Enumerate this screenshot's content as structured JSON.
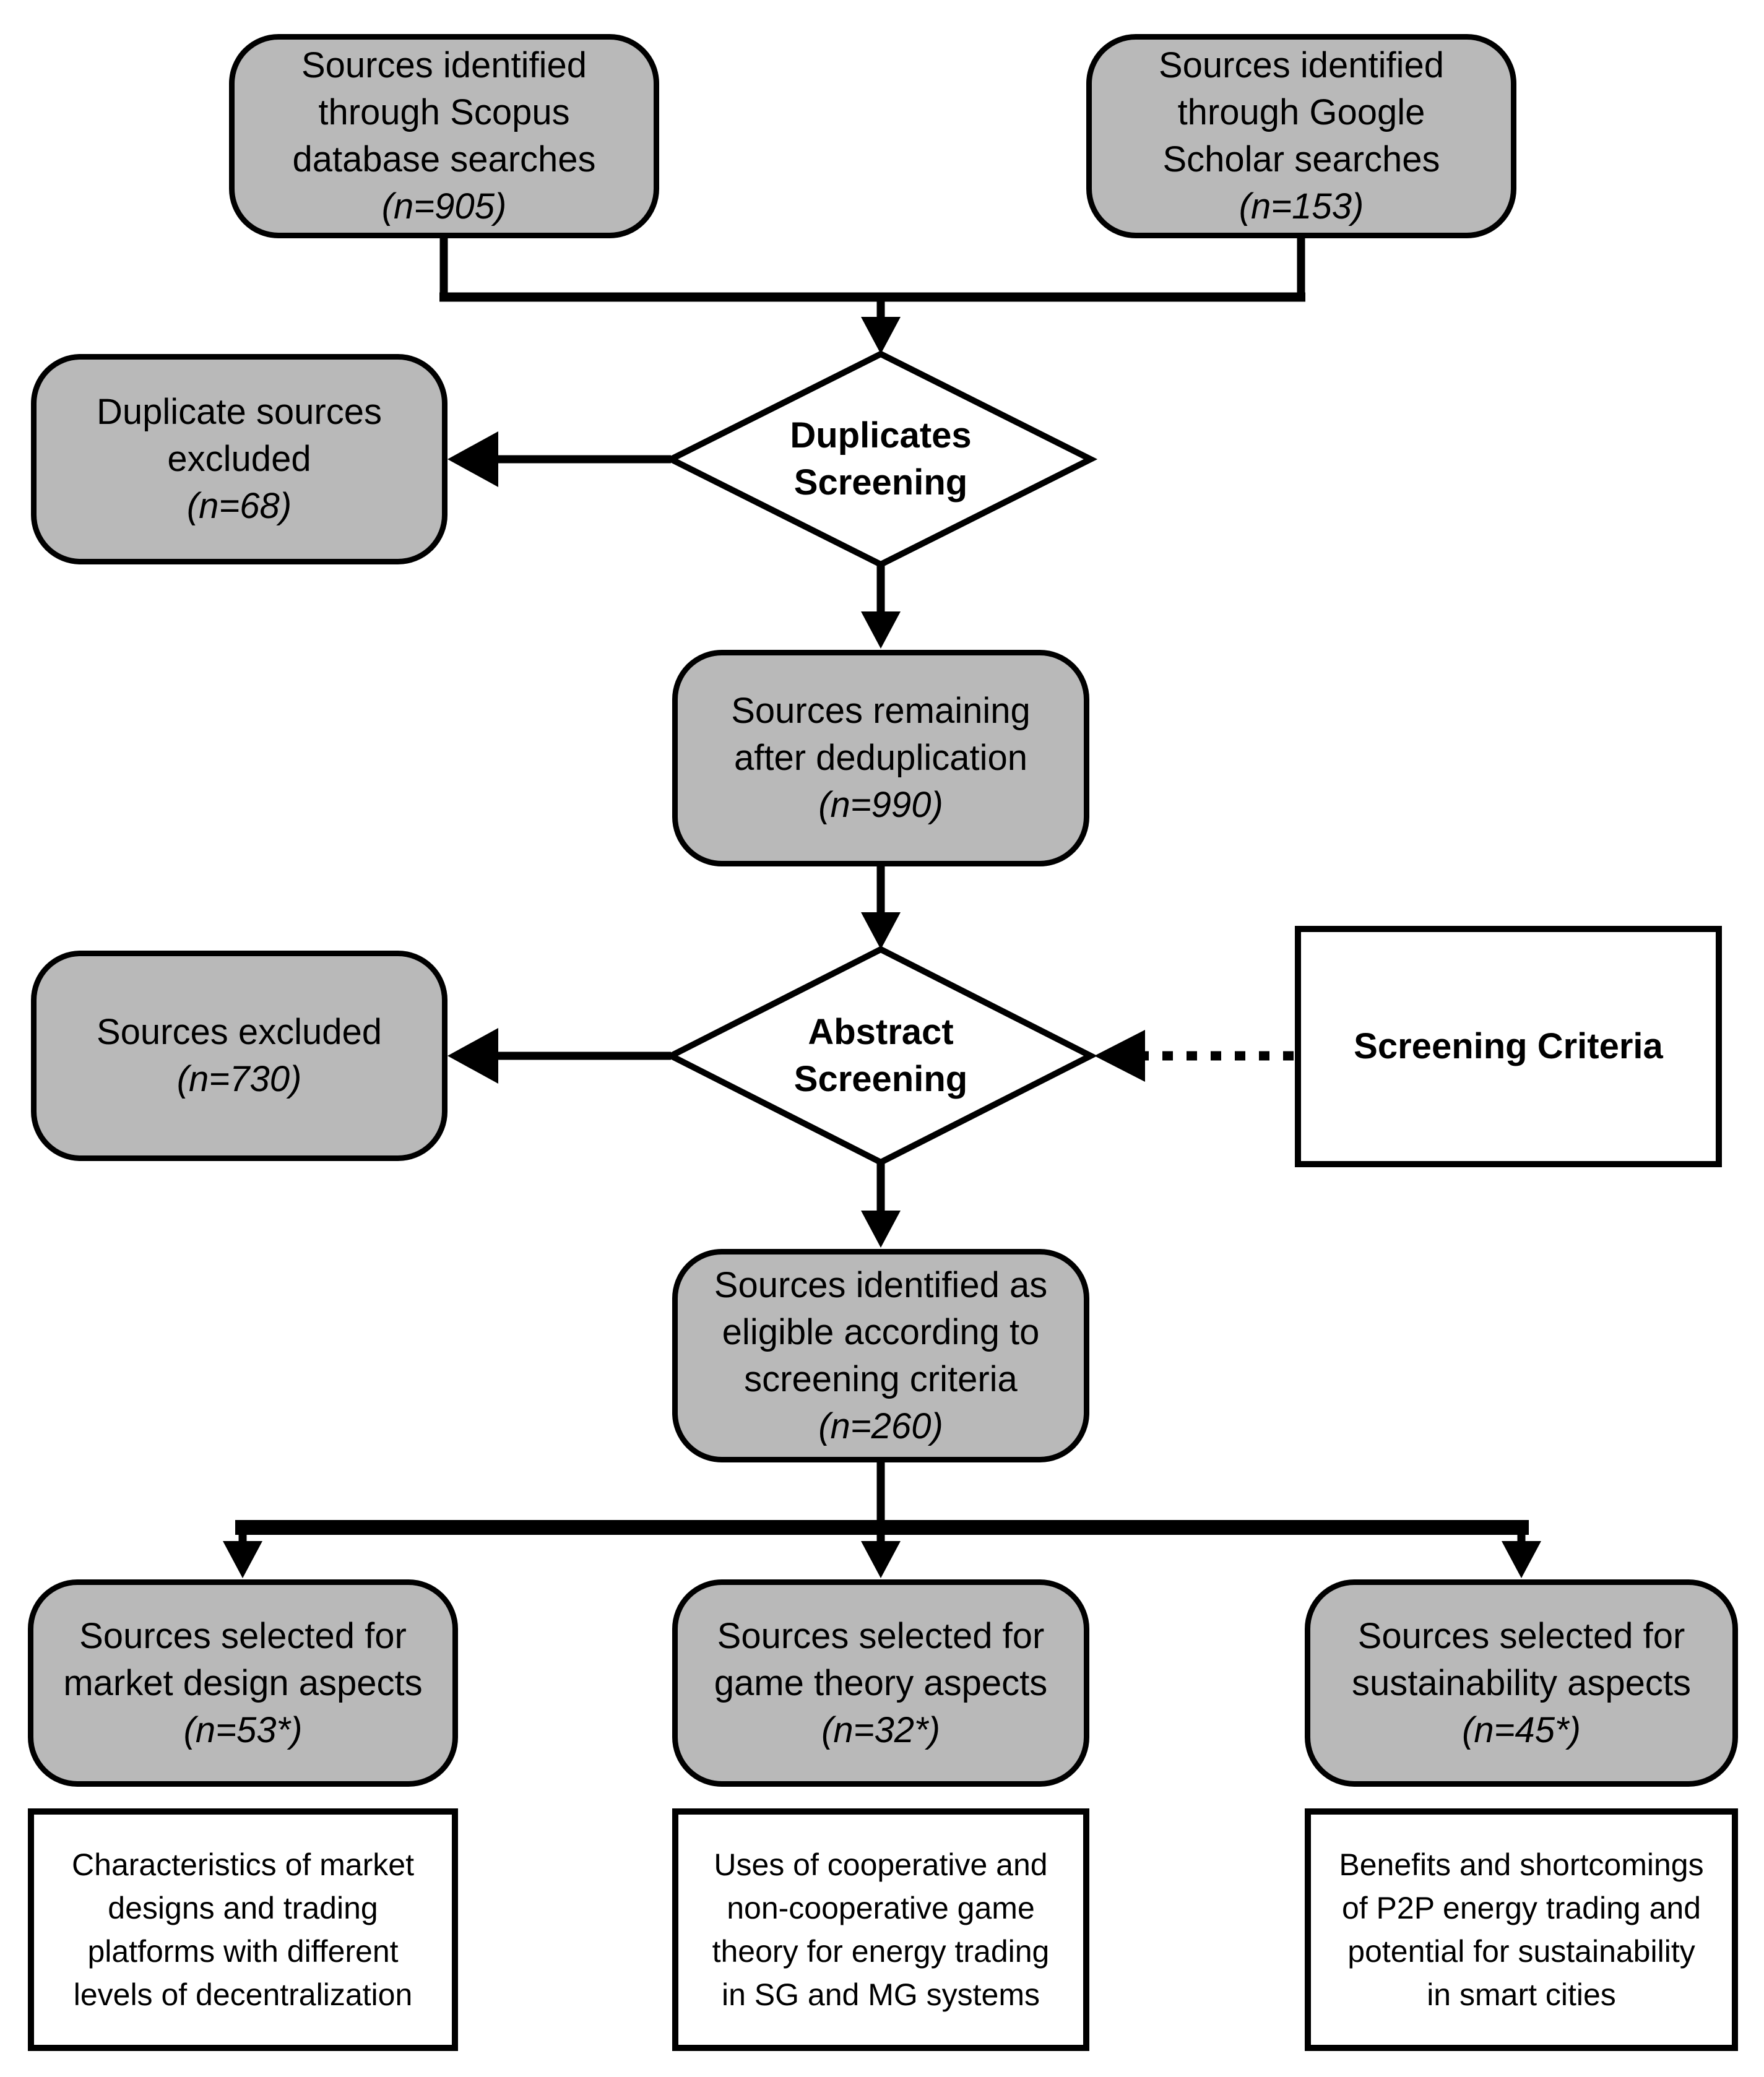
{
  "diagram": {
    "title": "PRISMA-style source screening flow diagram",
    "colors": {
      "box_fill": "#b9b9b9",
      "box_border": "#000000",
      "diamond_fill": "#ffffff",
      "background": "#ffffff",
      "line": "#000000"
    },
    "nodes": {
      "scopus": {
        "lines": [
          "Sources identified",
          "through Scopus",
          "database searches"
        ],
        "count": "(n=905)"
      },
      "google": {
        "lines": [
          "Sources identified",
          "through Google",
          "Scholar searches"
        ],
        "count": "(n=153)"
      },
      "duplicates_screening": {
        "lines": [
          "Duplicates",
          "Screening"
        ]
      },
      "duplicate_excluded": {
        "lines": [
          "Duplicate sources",
          "excluded"
        ],
        "count": "(n=68)"
      },
      "remaining": {
        "lines": [
          "Sources remaining",
          "after deduplication"
        ],
        "count": "(n=990)"
      },
      "abstract_screening": {
        "lines": [
          "Abstract",
          "Screening"
        ]
      },
      "sources_excluded": {
        "lines": [
          "Sources excluded"
        ],
        "count": "(n=730)"
      },
      "screening_criteria": {
        "label": "Screening Criteria"
      },
      "eligible": {
        "lines": [
          "Sources identified as",
          "eligible according to",
          "screening criteria"
        ],
        "count": "(n=260)"
      },
      "market": {
        "lines": [
          "Sources selected for",
          "market design aspects"
        ],
        "count": "(n=53*)"
      },
      "game": {
        "lines": [
          "Sources selected for",
          "game theory aspects"
        ],
        "count": "(n=32*)"
      },
      "sustainability": {
        "lines": [
          "Sources selected for",
          "sustainability aspects"
        ],
        "count": "(n=45*)"
      },
      "market_desc": {
        "lines": [
          "Characteristics of market",
          "designs and trading",
          "platforms with different",
          "levels of decentralization"
        ]
      },
      "game_desc": {
        "lines": [
          "Uses of cooperative and",
          "non-cooperative game",
          "theory for energy trading",
          "in SG and MG systems"
        ]
      },
      "sustainability_desc": {
        "lines": [
          "Benefits and shortcomings",
          "of P2P energy trading and",
          "potential for sustainability",
          "in smart cities"
        ]
      }
    }
  }
}
